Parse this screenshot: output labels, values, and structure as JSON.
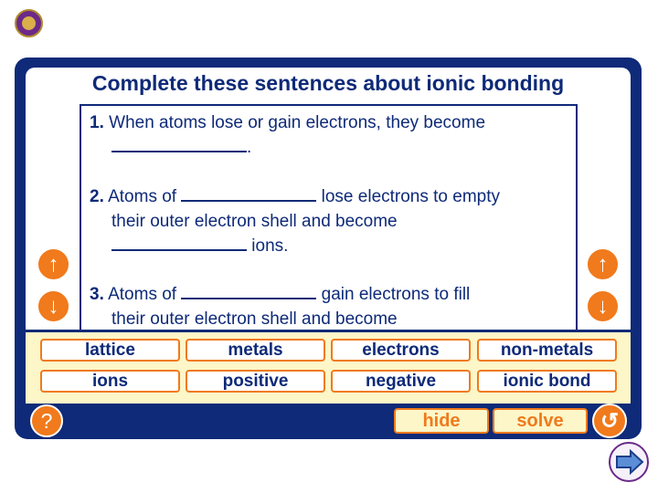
{
  "title": "Complete these sentences about ionic bonding",
  "questions": [
    {
      "num": "1.",
      "l1a": "When atoms lose or gain electrons, they become",
      "l2a": ".",
      "l2b": ""
    },
    {
      "num": "2.",
      "l1a": "Atoms of",
      "l1b": "lose electrons to empty",
      "l2a": "their outer electron shell and become",
      "l3a": "ions."
    },
    {
      "num": "3.",
      "l1a": "Atoms of",
      "l1b": "gain electrons to fill",
      "l2a": "their outer electron shell and become"
    }
  ],
  "words": [
    "lattice",
    "metals",
    "electrons",
    "non-metals",
    "ions",
    "positive",
    "negative",
    "ionic bond"
  ],
  "buttons": {
    "hide": "hide",
    "solve": "solve",
    "help": "?",
    "reset": "↺",
    "up": "↑",
    "down": "↓"
  },
  "colors": {
    "navy": "#0e2a78",
    "orange": "#f07a1c",
    "cream": "#fcf6c8"
  }
}
